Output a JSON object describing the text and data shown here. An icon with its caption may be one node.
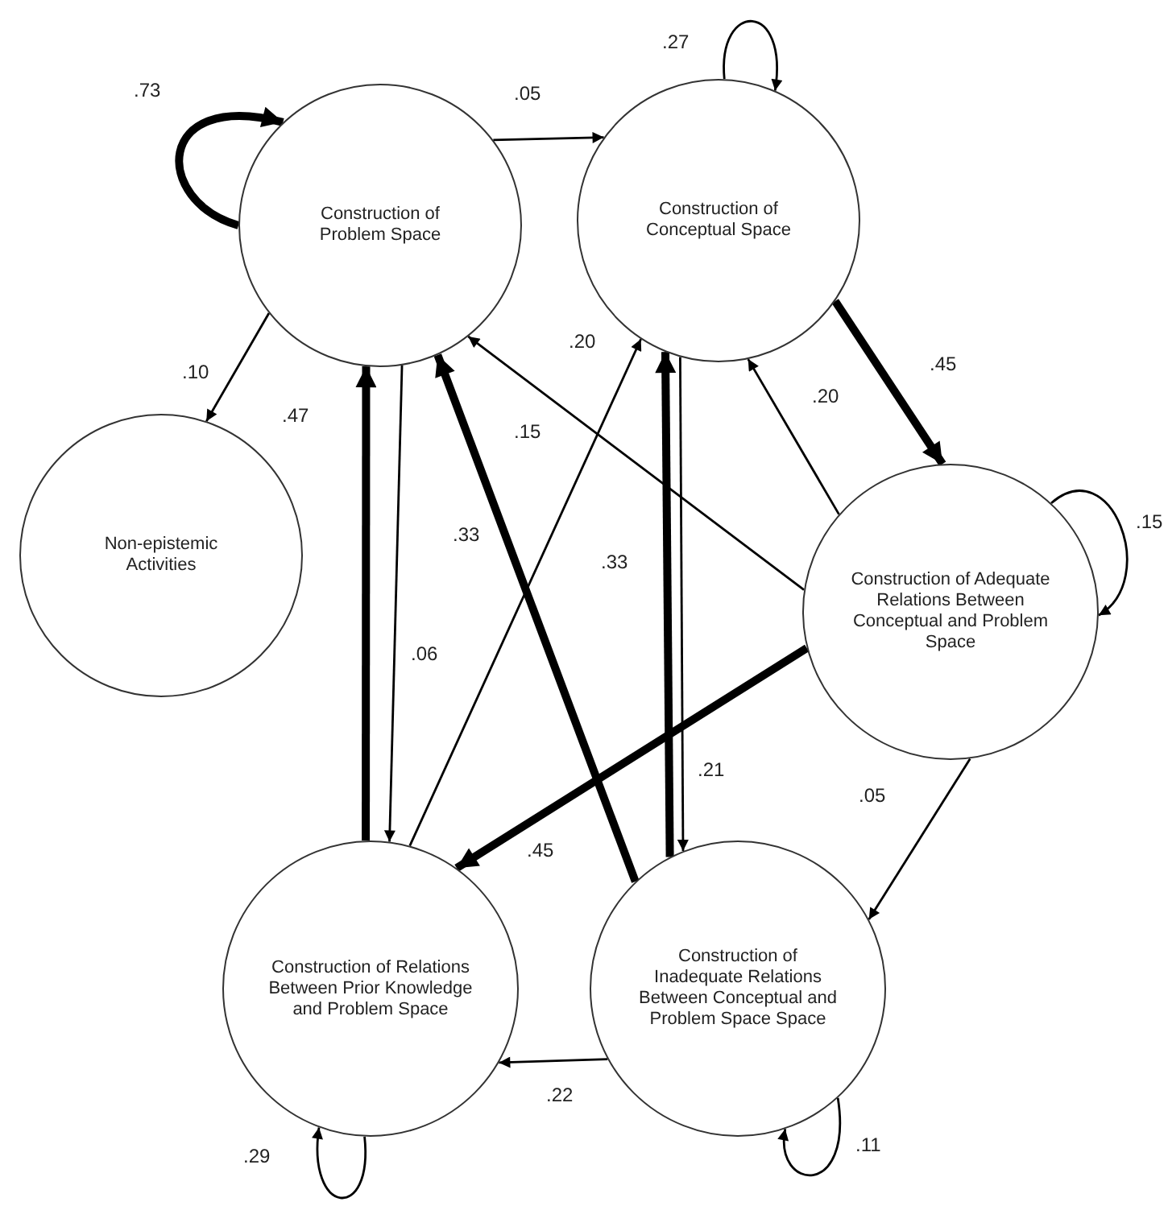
{
  "diagram": {
    "nodes": [
      {
        "text": [
          "Construction of Problem Space"
        ]
      },
      {
        "text": [
          "Construction of Conceptual Space"
        ]
      },
      {
        "text": [
          "Non-epistemic Activities"
        ]
      },
      {
        "text": [
          "Construction of Adequate Relations Between Conceptual and Problem Space"
        ]
      },
      {
        "text": [
          "Construction of Relations Between Prior Knowledge and Problem Space"
        ]
      },
      {
        "text": [
          "Construction of Inadequate Relations Between Conceptual and Problem Space Space"
        ]
      }
    ],
    "edges": [
      {
        "from": 0,
        "to": 0,
        "arrow": "to",
        "label": ".73",
        "style": "thick"
      },
      {
        "from": 0,
        "to": 1,
        "arrow": "to",
        "label": ".05"
      },
      {
        "from": 1,
        "to": 1,
        "arrow": "to",
        "label": ".27"
      },
      {
        "from": 0,
        "to": 2,
        "arrow": "to",
        "label": ".10"
      },
      {
        "from": 1,
        "to": 3,
        "arrow": "to",
        "label": ".45",
        "style": "thick"
      },
      {
        "from": 3,
        "to": 3,
        "arrow": "to",
        "label": ".15"
      },
      {
        "from": 3,
        "to": 1,
        "arrow": "to",
        "label": ".20"
      },
      {
        "from": 3,
        "to": 0,
        "arrow": "to",
        "label": ".15"
      },
      {
        "from": 3,
        "to": 4,
        "arrow": "to",
        "label": ".45",
        "style": "thick"
      },
      {
        "from": 3,
        "to": 5,
        "arrow": "to",
        "label": ".05"
      },
      {
        "from": 4,
        "to": 0,
        "arrow": "to",
        "label": ".47",
        "style": "thick"
      },
      {
        "from": 0,
        "to": 4,
        "arrow": "to",
        "label": ".06"
      },
      {
        "from": 4,
        "to": 1,
        "arrow": "to",
        "label": ".20"
      },
      {
        "from": 5,
        "to": 0,
        "arrow": "to",
        "label": ".33",
        "style": "thick"
      },
      {
        "from": 5,
        "to": 1,
        "arrow": "to",
        "label": ".33",
        "style": "thick"
      },
      {
        "from": 1,
        "to": 5,
        "arrow": "to",
        "label": ".21"
      },
      {
        "from": 5,
        "to": 4,
        "arrow": "to",
        "label": ".22"
      },
      {
        "from": 5,
        "to": 5,
        "arrow": "to",
        "label": ".11"
      },
      {
        "from": 4,
        "to": 4,
        "arrow": "to",
        "label": ".29"
      }
    ]
  }
}
